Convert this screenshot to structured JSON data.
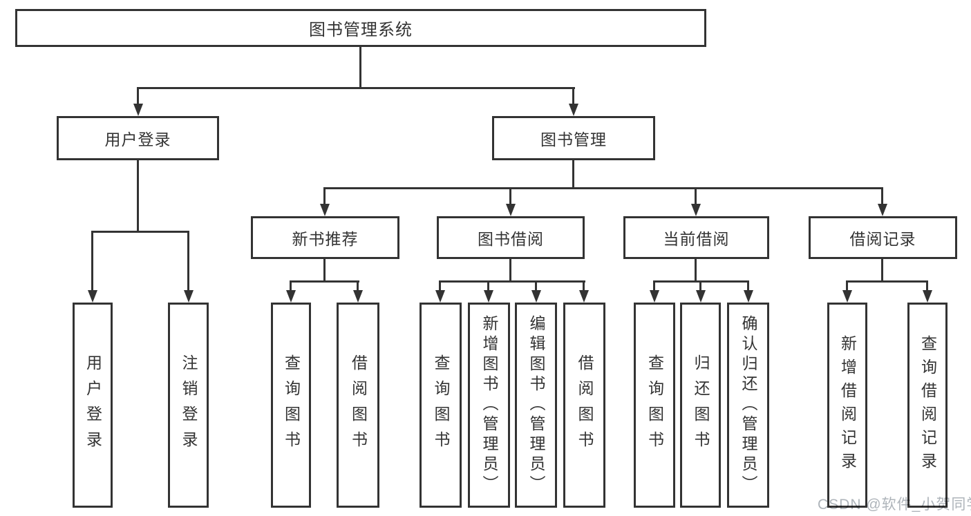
{
  "root": {
    "label": "图书管理系统"
  },
  "level2": [
    {
      "label": "用户登录"
    },
    {
      "label": "图书管理"
    }
  ],
  "level3": [
    {
      "label": "新书推荐"
    },
    {
      "label": "图书借阅"
    },
    {
      "label": "当前借阅"
    },
    {
      "label": "借阅记录"
    }
  ],
  "leaves": {
    "login": [
      "用户登录",
      "注销登录"
    ],
    "newbook": [
      "查询图书",
      "借阅图书"
    ],
    "borrow": [
      "查询图书",
      "新增图书（管理员）",
      "编辑图书（管理员）",
      "借阅图书"
    ],
    "current": [
      "查询图书",
      "归还图书",
      "确认归还（管理员）"
    ],
    "records": [
      "新增借阅记录",
      "查询借阅记录"
    ]
  },
  "watermark": "CSDN @软件_小贺同学",
  "colors": {
    "line": "#333333",
    "text": "#333333",
    "watermark": "#aeb4ba",
    "background": "#ffffff"
  }
}
